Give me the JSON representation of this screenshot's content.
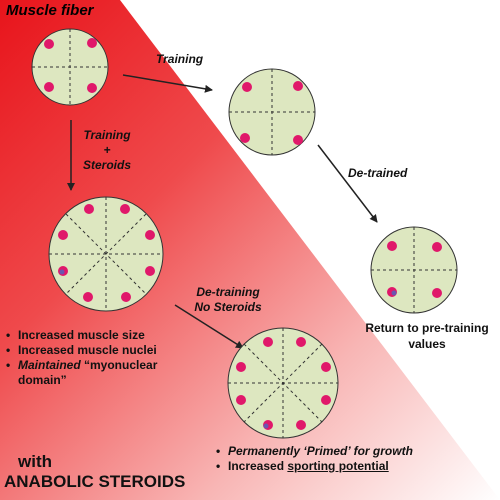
{
  "title": "Muscle fiber",
  "arrows": {
    "training": "Training",
    "training_steroids": [
      "Training",
      "+",
      "Steroids"
    ],
    "detrained": "De-trained",
    "detraining_no_steroids": [
      "De-training",
      "No Steroids"
    ]
  },
  "return_label": [
    "Return to pre-training",
    "values"
  ],
  "left_bullets": [
    {
      "text": "Increased muscle size"
    },
    {
      "text": "Increased muscle nuclei"
    },
    {
      "text_italic": "Maintained",
      "text": " “myonuclear domain”"
    }
  ],
  "right_bullets": [
    {
      "text_italic": "Permanently ‘Primed’ for growth"
    },
    {
      "text": "Increased ",
      "text_underlined": "sporting potential"
    }
  ],
  "footer": {
    "line1": "with",
    "line2": "ANABOLIC STEROIDS"
  },
  "colors": {
    "gradient_red": "#e8141b",
    "fiber_fill": "#dde7c0",
    "nucleus": "#e0186a",
    "nucleus_core": "#6b55b0"
  }
}
